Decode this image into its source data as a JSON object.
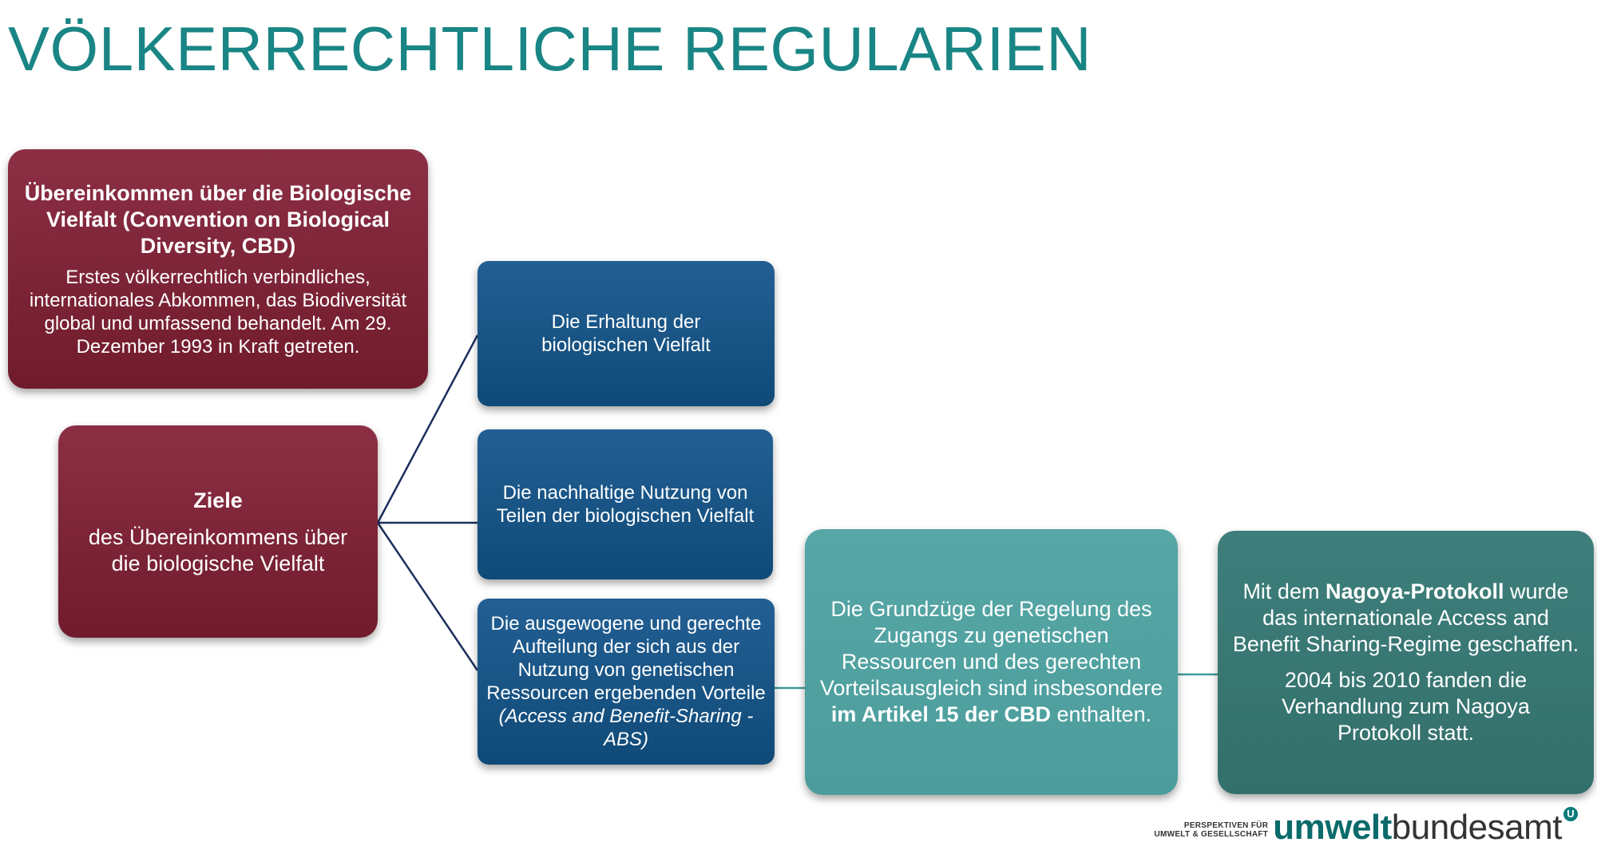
{
  "title": "VÖLKERRECHTLICHE REGULARIEN",
  "cbd_box": {
    "heading": "Übereinkommen  über die Biologische Vielfalt (Convention on Biological Diversity, CBD)",
    "text": "Erstes völkerrechtlich verbindliches, internationales Abkommen, das Biodiversität global und umfassend behandelt. Am 29. Dezember 1993 in Kraft getreten."
  },
  "ziele_box": {
    "heading": "Ziele",
    "text": "des Übereinkommens über die biologische Vielfalt"
  },
  "goals": [
    {
      "text": "Die Erhaltung der biologischen Vielfalt"
    },
    {
      "text": "Die nachhaltige Nutzung von Teilen der biologischen Vielfalt"
    },
    {
      "text": "Die ausgewogene und gerechte Aufteilung der sich aus der Nutzung von genetischen Ressourcen ergebenden Vorteile ",
      "text_italic": "(Access and Benefit-Sharing - ABS)"
    }
  ],
  "article15_box": {
    "text_a": "Die Grundzüge der Regelung des Zugangs zu genetischen Ressourcen und des gerechten Vorteilsausgleich sind insbesondere ",
    "text_bold": "im Artikel 15 der CBD",
    "text_b": " enthalten."
  },
  "nagoya_box": {
    "text_a": "Mit dem ",
    "text_bold": "Nagoya-Protokoll",
    "text_b": " wurde das internationale Access and Benefit Sharing-Regime geschaffen.",
    "text2": "2004 bis 2010 fanden die Verhandlung zum Nagoya Protokoll statt."
  },
  "logo": {
    "tagline_line1": "PERSPEKTIVEN FÜR",
    "tagline_line2": "UMWELT & GESELLSCHAFT",
    "word_part1": "umwelt",
    "word_part2": "bundesamt",
    "mark": "U"
  },
  "colors": {
    "title": "#1a8585",
    "red_box": "#7d2437",
    "blue_box": "#17537f",
    "teal_light_box": "#52a2a1",
    "teal_dark_box": "#39776f",
    "connector_blue": "#1d2f5e",
    "connector_teal": "#3f9a98"
  }
}
